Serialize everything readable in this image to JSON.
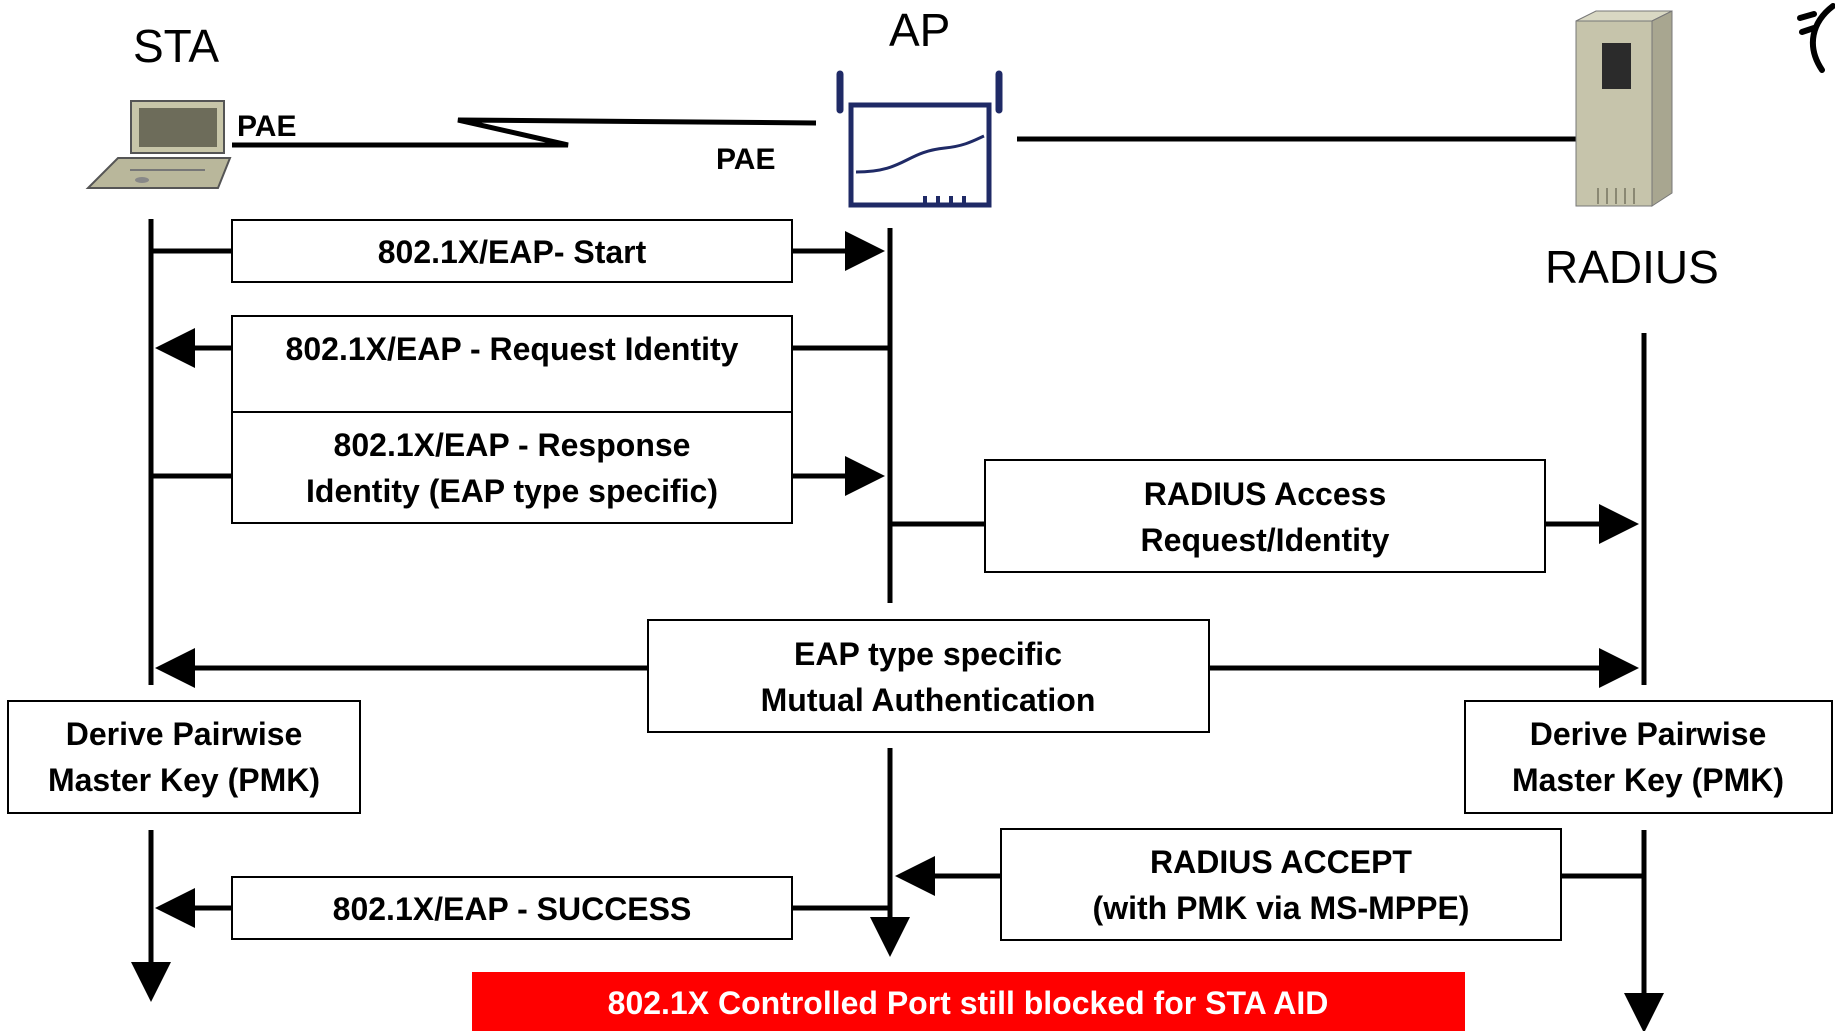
{
  "entities": {
    "sta": {
      "label": "STA",
      "pae": "PAE"
    },
    "ap": {
      "label": "AP",
      "pae": "PAE"
    },
    "radius": {
      "label": "RADIUS"
    }
  },
  "messages": {
    "eap_start": {
      "lines": [
        "802.1X/EAP- Start"
      ]
    },
    "request_identity": {
      "lines": [
        "802.1X/EAP - Request Identity"
      ]
    },
    "response_identity": {
      "lines": [
        "802.1X/EAP - Response",
        "Identity (EAP type specific)"
      ]
    },
    "radius_access_request": {
      "lines": [
        "RADIUS Access",
        "Request/Identity"
      ]
    },
    "mutual_auth": {
      "lines": [
        "EAP type specific",
        "Mutual Authentication"
      ]
    },
    "derive_pmk_sta": {
      "lines": [
        "Derive Pairwise",
        "Master Key (PMK)"
      ]
    },
    "derive_pmk_radius": {
      "lines": [
        "Derive Pairwise",
        "Master Key (PMK)"
      ]
    },
    "radius_accept": {
      "lines": [
        "RADIUS ACCEPT",
        "(with PMK via MS-MPPE)"
      ]
    },
    "eap_success": {
      "lines": [
        "802.1X/EAP - SUCCESS"
      ]
    }
  },
  "status": {
    "text": "802.1X Controlled Port still blocked for STA AID",
    "color": "#ff0000"
  },
  "icons": [
    "laptop-icon",
    "access-point-icon",
    "server-icon",
    "logo-fragment-icon"
  ]
}
